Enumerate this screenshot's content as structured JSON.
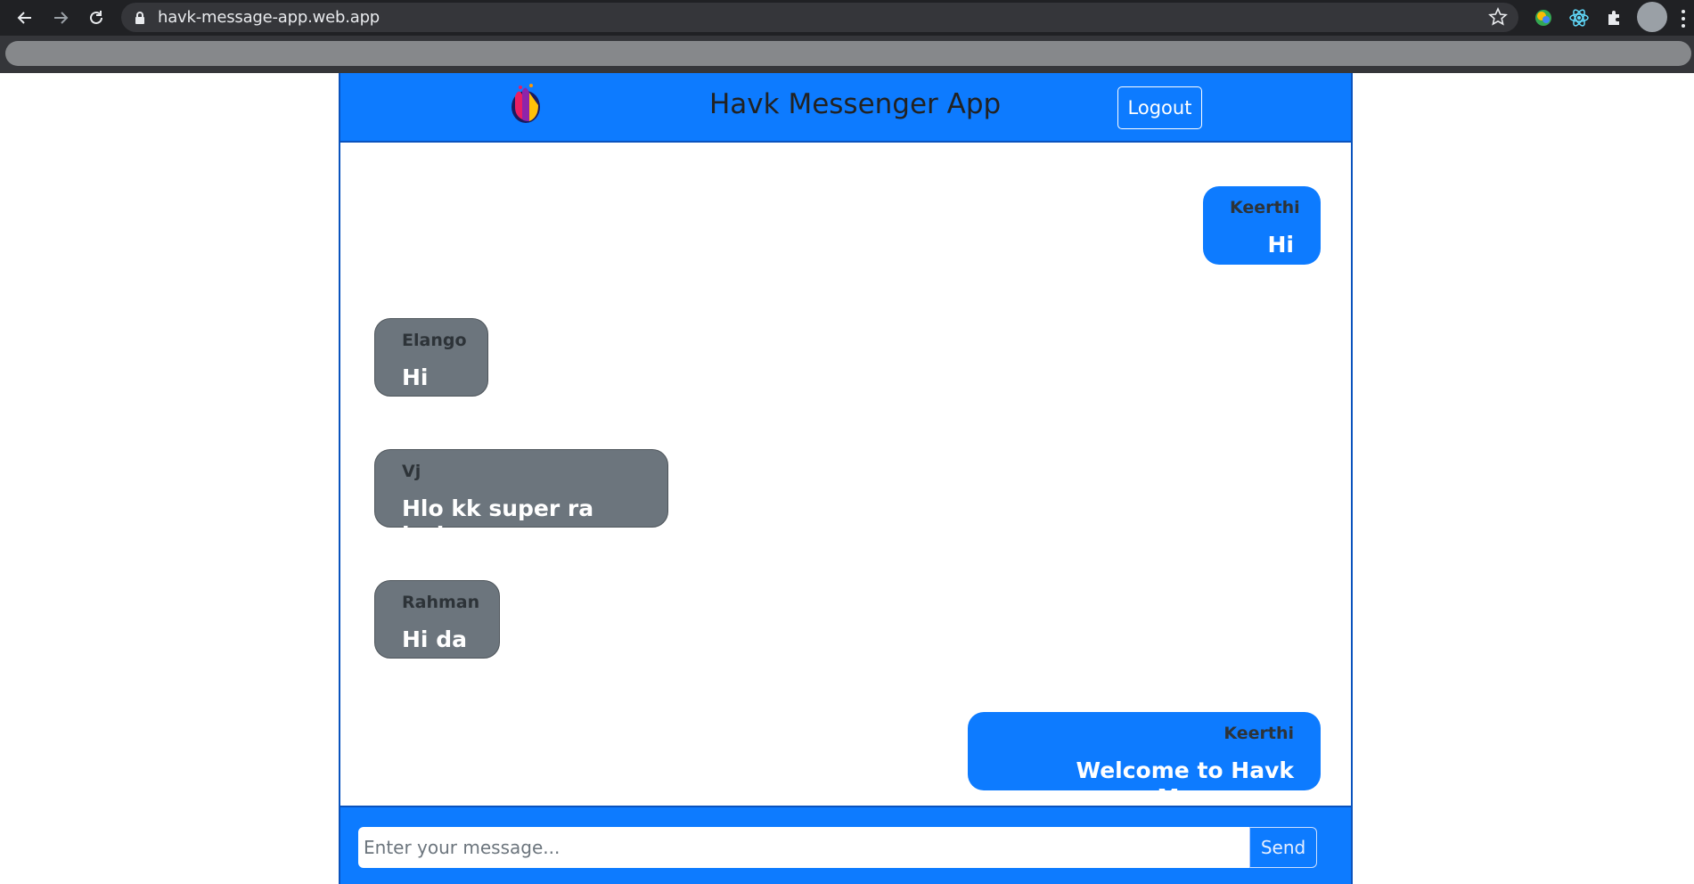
{
  "browser": {
    "url": "havk-message-app.web.app"
  },
  "app": {
    "title": "Havk Messenger App",
    "logout_label": "Logout",
    "composer": {
      "placeholder": "Enter your message...",
      "send_label": "Send"
    },
    "messages": [
      {
        "author": "Keerthi",
        "text": "Hi",
        "mine": true
      },
      {
        "author": "Elango",
        "text": "Hi",
        "mine": false
      },
      {
        "author": "Vj",
        "text": "Hlo kk super ra irukuuu",
        "mine": false
      },
      {
        "author": "Rahman",
        "text": "Hi da",
        "mine": false
      },
      {
        "author": "Keerthi",
        "text": "Welcome to Havk Messenger",
        "mine": true
      }
    ]
  },
  "colors": {
    "brand_blue": "#0d7bff",
    "other_bubble": "#6c757d"
  }
}
